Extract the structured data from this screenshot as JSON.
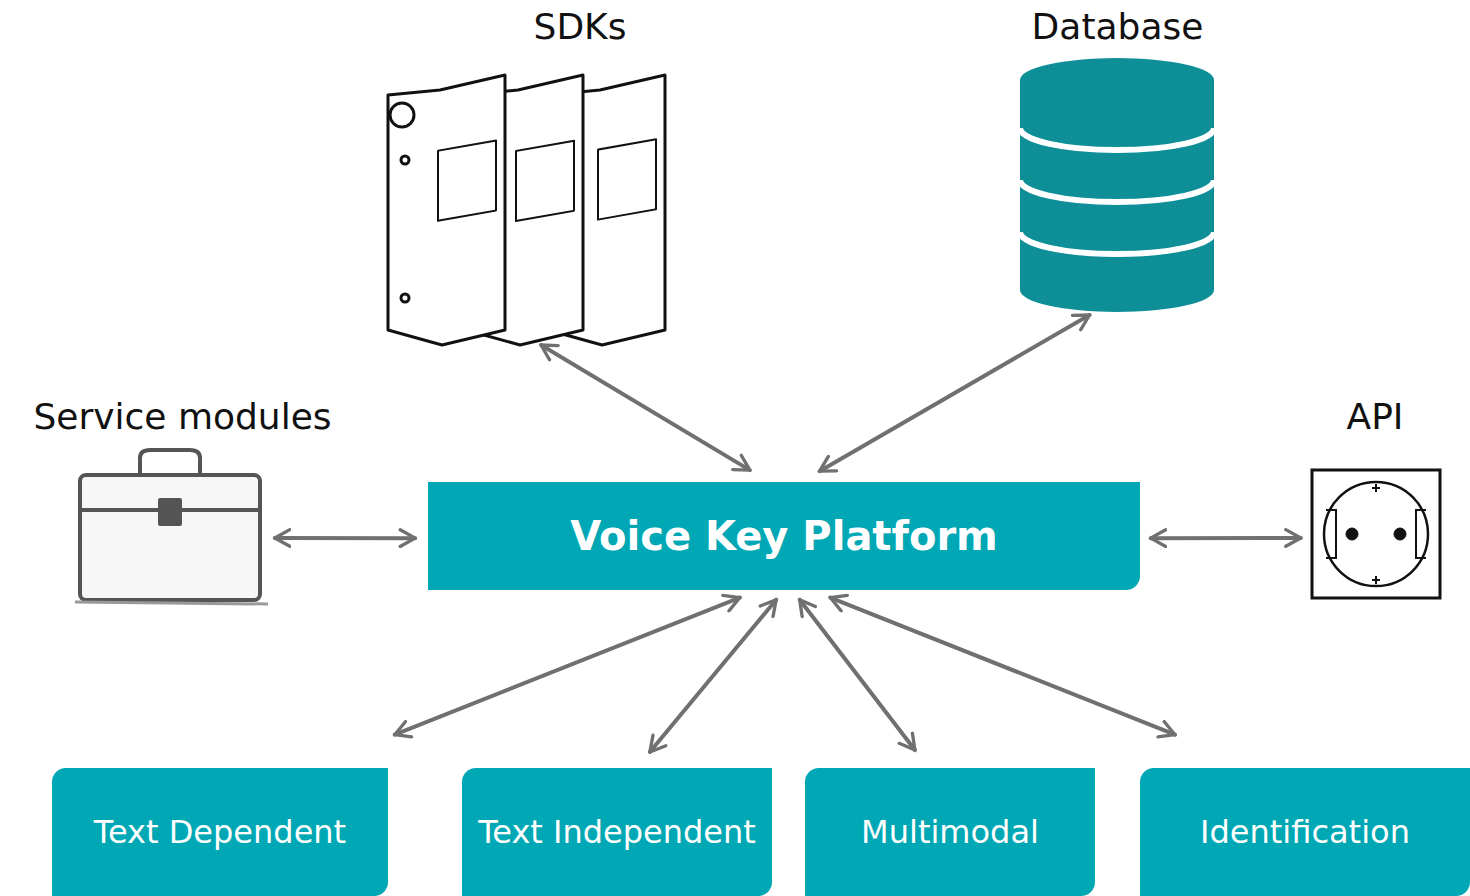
{
  "diagram": {
    "nodes": [
      {
        "text": [
          "SDKs"
        ]
      },
      {
        "text": [
          "Database"
        ]
      },
      {
        "text": [
          "Service modules"
        ]
      },
      {
        "text": [
          "Voice Key Platform"
        ]
      },
      {
        "text": [
          "API"
        ]
      },
      {
        "text": [
          "Text Dependent"
        ]
      },
      {
        "text": [
          "Text Independent"
        ]
      },
      {
        "text": [
          "Multimodal"
        ]
      },
      {
        "text": [
          "Identification"
        ]
      }
    ],
    "edges": [
      {
        "from": 0,
        "to": 3,
        "arrow": "both"
      },
      {
        "from": 1,
        "to": 3,
        "arrow": "both"
      },
      {
        "from": 2,
        "to": 3,
        "arrow": "both"
      },
      {
        "from": 3,
        "to": 4,
        "arrow": "both"
      },
      {
        "from": 3,
        "to": 5,
        "arrow": "both"
      },
      {
        "from": 3,
        "to": 6,
        "arrow": "both"
      },
      {
        "from": 3,
        "to": 7,
        "arrow": "both"
      },
      {
        "from": 3,
        "to": 8,
        "arrow": "both"
      }
    ]
  }
}
